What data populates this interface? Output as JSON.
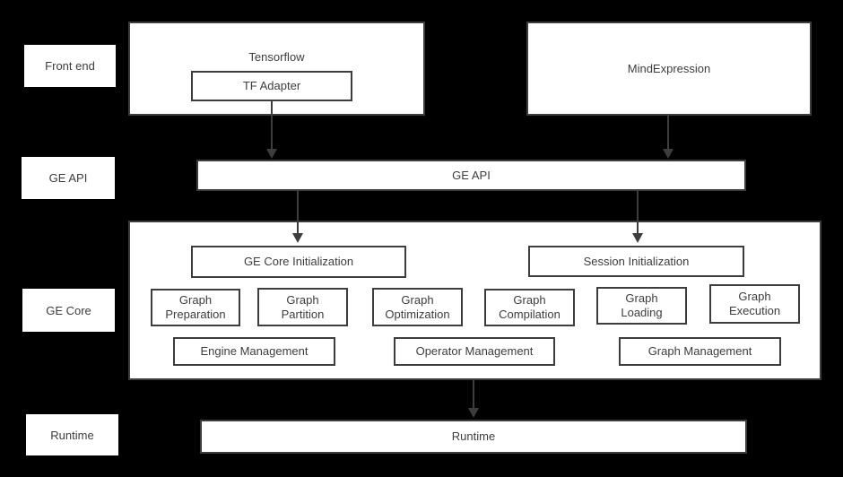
{
  "colors": {
    "background": "#000000",
    "box_fill": "#ffffff",
    "box_border": "#3d3d3d",
    "text": "#3d3d3d",
    "arrow": "#3d3d3d"
  },
  "front_end_row": {
    "side_label": "Front end",
    "tensorflow_box": {
      "title": "Tensorflow",
      "tf_adapter": "TF Adapter"
    },
    "mind_expression_box": {
      "title": "MindExpression"
    }
  },
  "ge_api_row": {
    "side_label": "GE API",
    "bar_label": "GE API"
  },
  "ge_core_row": {
    "side_label": "GE Core",
    "init_boxes": [
      {
        "label": "GE Core Initialization"
      },
      {
        "label": "Session Initialization"
      }
    ],
    "stage_boxes": [
      {
        "line1": "Graph",
        "line2": "Preparation"
      },
      {
        "line1": "Graph",
        "line2": "Partition"
      },
      {
        "line1": "Graph",
        "line2": "Optimization"
      },
      {
        "line1": "Graph",
        "line2": "Compilation"
      },
      {
        "line1": "Graph",
        "line2": "Loading"
      },
      {
        "line1": "Graph",
        "line2": "Execution"
      }
    ],
    "management_boxes": [
      {
        "label": "Engine Management"
      },
      {
        "label": "Operator Management"
      },
      {
        "label": "Graph Management"
      }
    ]
  },
  "runtime_row": {
    "side_label": "Runtime",
    "bar_label": "Runtime"
  }
}
